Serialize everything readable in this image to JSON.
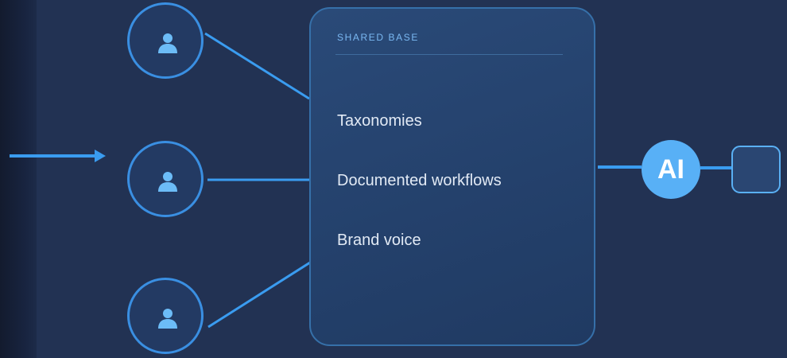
{
  "diagram": {
    "shared_base": {
      "title": "SHARED BASE",
      "items": [
        "Taxonomies",
        "Documented workflows",
        "Brand voice"
      ]
    },
    "ai_badge": "AI",
    "nodes": [
      {
        "kind": "person",
        "icon": "user-icon"
      },
      {
        "kind": "person",
        "icon": "user-icon"
      },
      {
        "kind": "person",
        "icon": "user-icon"
      }
    ],
    "colors": {
      "background": "#223253",
      "accent": "#3a9cf0",
      "node_border": "#3a8fe2",
      "card_border": "#3670a9",
      "title": "#7ab8f2",
      "ai_badge": "#58b0f6"
    }
  }
}
